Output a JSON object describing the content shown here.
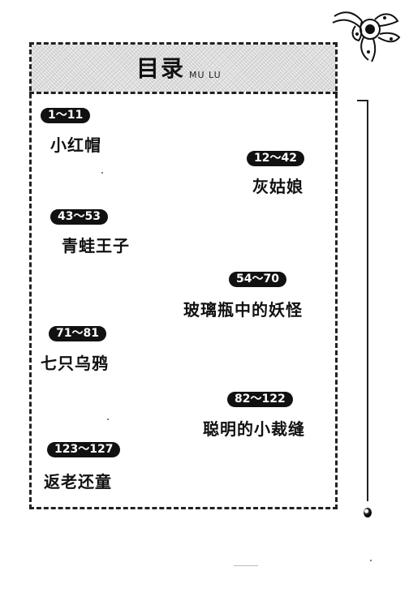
{
  "header": {
    "title": "目录",
    "pinyin": "MU LU"
  },
  "entries": [
    {
      "pages": "1～11",
      "title": "小红帽"
    },
    {
      "pages": "12～42",
      "title": "灰姑娘"
    },
    {
      "pages": "43～53",
      "title": "青蛙王子"
    },
    {
      "pages": "54～70",
      "title": "玻璃瓶中的妖怪"
    },
    {
      "pages": "71～81",
      "title": "七只乌鸦"
    },
    {
      "pages": "82～122",
      "title": "聪明的小裁缝"
    },
    {
      "pages": "123～127",
      "title": "返老还童"
    }
  ],
  "decor": {
    "ornament": "ribbon-bow-icon",
    "bead": "bead-icon"
  },
  "colors": {
    "ink": "#111111",
    "band": "#e9e9e9",
    "paper": "#ffffff"
  }
}
